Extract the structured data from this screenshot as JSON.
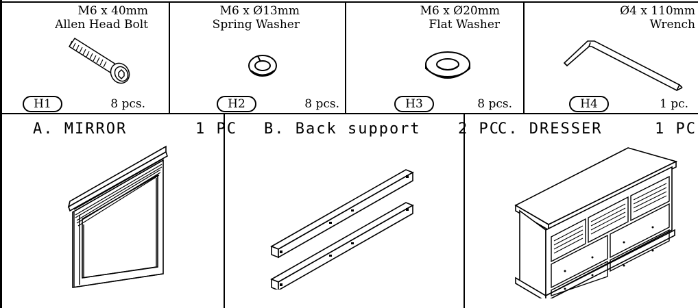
{
  "hardware": [
    {
      "size": "M6 x 40mm",
      "name": "Allen Head Bolt",
      "code": "H1",
      "qty": "8 pcs.",
      "icon": "bolt-icon"
    },
    {
      "size": "M6 x Ø13mm",
      "name": "Spring Washer",
      "code": "H2",
      "qty": "8 pcs.",
      "icon": "spring-washer-icon"
    },
    {
      "size": "M6 x Ø20mm",
      "name": "Flat Washer",
      "code": "H3",
      "qty": "8 pcs.",
      "icon": "flat-washer-icon"
    },
    {
      "size": "Ø4 x 110mm",
      "name": "Wrench",
      "code": "H4",
      "qty": "1 pc.",
      "icon": "allen-wrench-icon"
    }
  ],
  "parts": [
    {
      "label": "A. MIRROR",
      "qty": "1 PC",
      "icon": "mirror-icon"
    },
    {
      "label": "B. Back support",
      "qty": "2 PC",
      "icon": "back-support-icon"
    },
    {
      "label": "C. DRESSER",
      "qty": "1 PC",
      "icon": "dresser-icon"
    }
  ]
}
